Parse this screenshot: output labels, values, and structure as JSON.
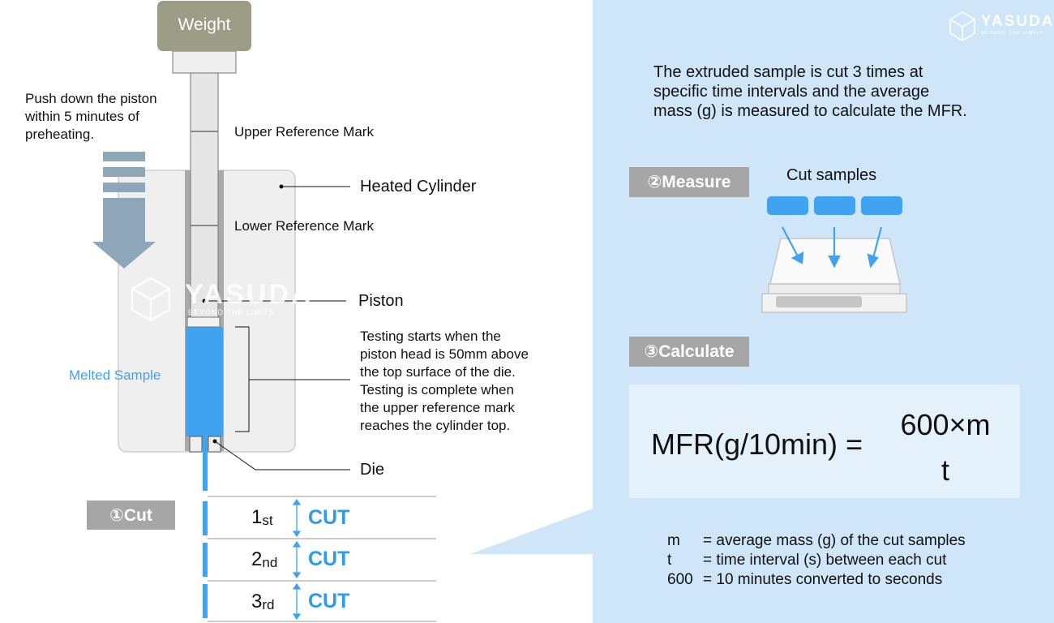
{
  "brand": {
    "name": "YASUDA",
    "tagline": "BEYOND THE LIMITS"
  },
  "apparatus": {
    "weight_label": "Weight",
    "push_instruction": [
      "Push down the piston",
      "within 5 minutes of",
      "preheating."
    ],
    "upper_mark": "Upper Reference Mark",
    "heated_cylinder": "Heated Cylinder",
    "lower_mark": "Lower Reference Mark",
    "piston": "Piston",
    "melted_sample": "Melted Sample",
    "testing_note": [
      "Testing starts when the",
      "piston head is 50mm above",
      "the top surface of the die.",
      "Testing is complete when",
      "the upper reference mark",
      "reaches the cylinder top."
    ],
    "die": "Die"
  },
  "cut_step": {
    "tag": "①Cut",
    "rows": [
      {
        "num": "1",
        "suffix": "st",
        "word": "CUT"
      },
      {
        "num": "2",
        "suffix": "nd",
        "word": "CUT"
      },
      {
        "num": "3",
        "suffix": "rd",
        "word": "CUT"
      }
    ]
  },
  "right": {
    "intro": [
      "The extruded sample is cut 3 times at",
      "specific time intervals and the average",
      "mass (g) is measured to calculate the MFR."
    ],
    "measure_tag": "②Measure",
    "cut_samples": "Cut samples",
    "calculate_tag": "③Calculate",
    "formula": {
      "lhs": "MFR(g/10min) =",
      "numerator": "600×m",
      "denominator": "t"
    },
    "definitions": [
      {
        "symbol": "m",
        "meaning": "= average mass (g) of the cut samples"
      },
      {
        "symbol": "t",
        "meaning": "= time interval (s) between each cut"
      },
      {
        "symbol": "600",
        "meaning": "= 10 minutes converted to seconds"
      }
    ]
  },
  "colors": {
    "blue": "#3fa3ef",
    "panel": "#cfe6f8",
    "tag_gray": "#a6a6a6",
    "arrow": "#8da6b8"
  }
}
